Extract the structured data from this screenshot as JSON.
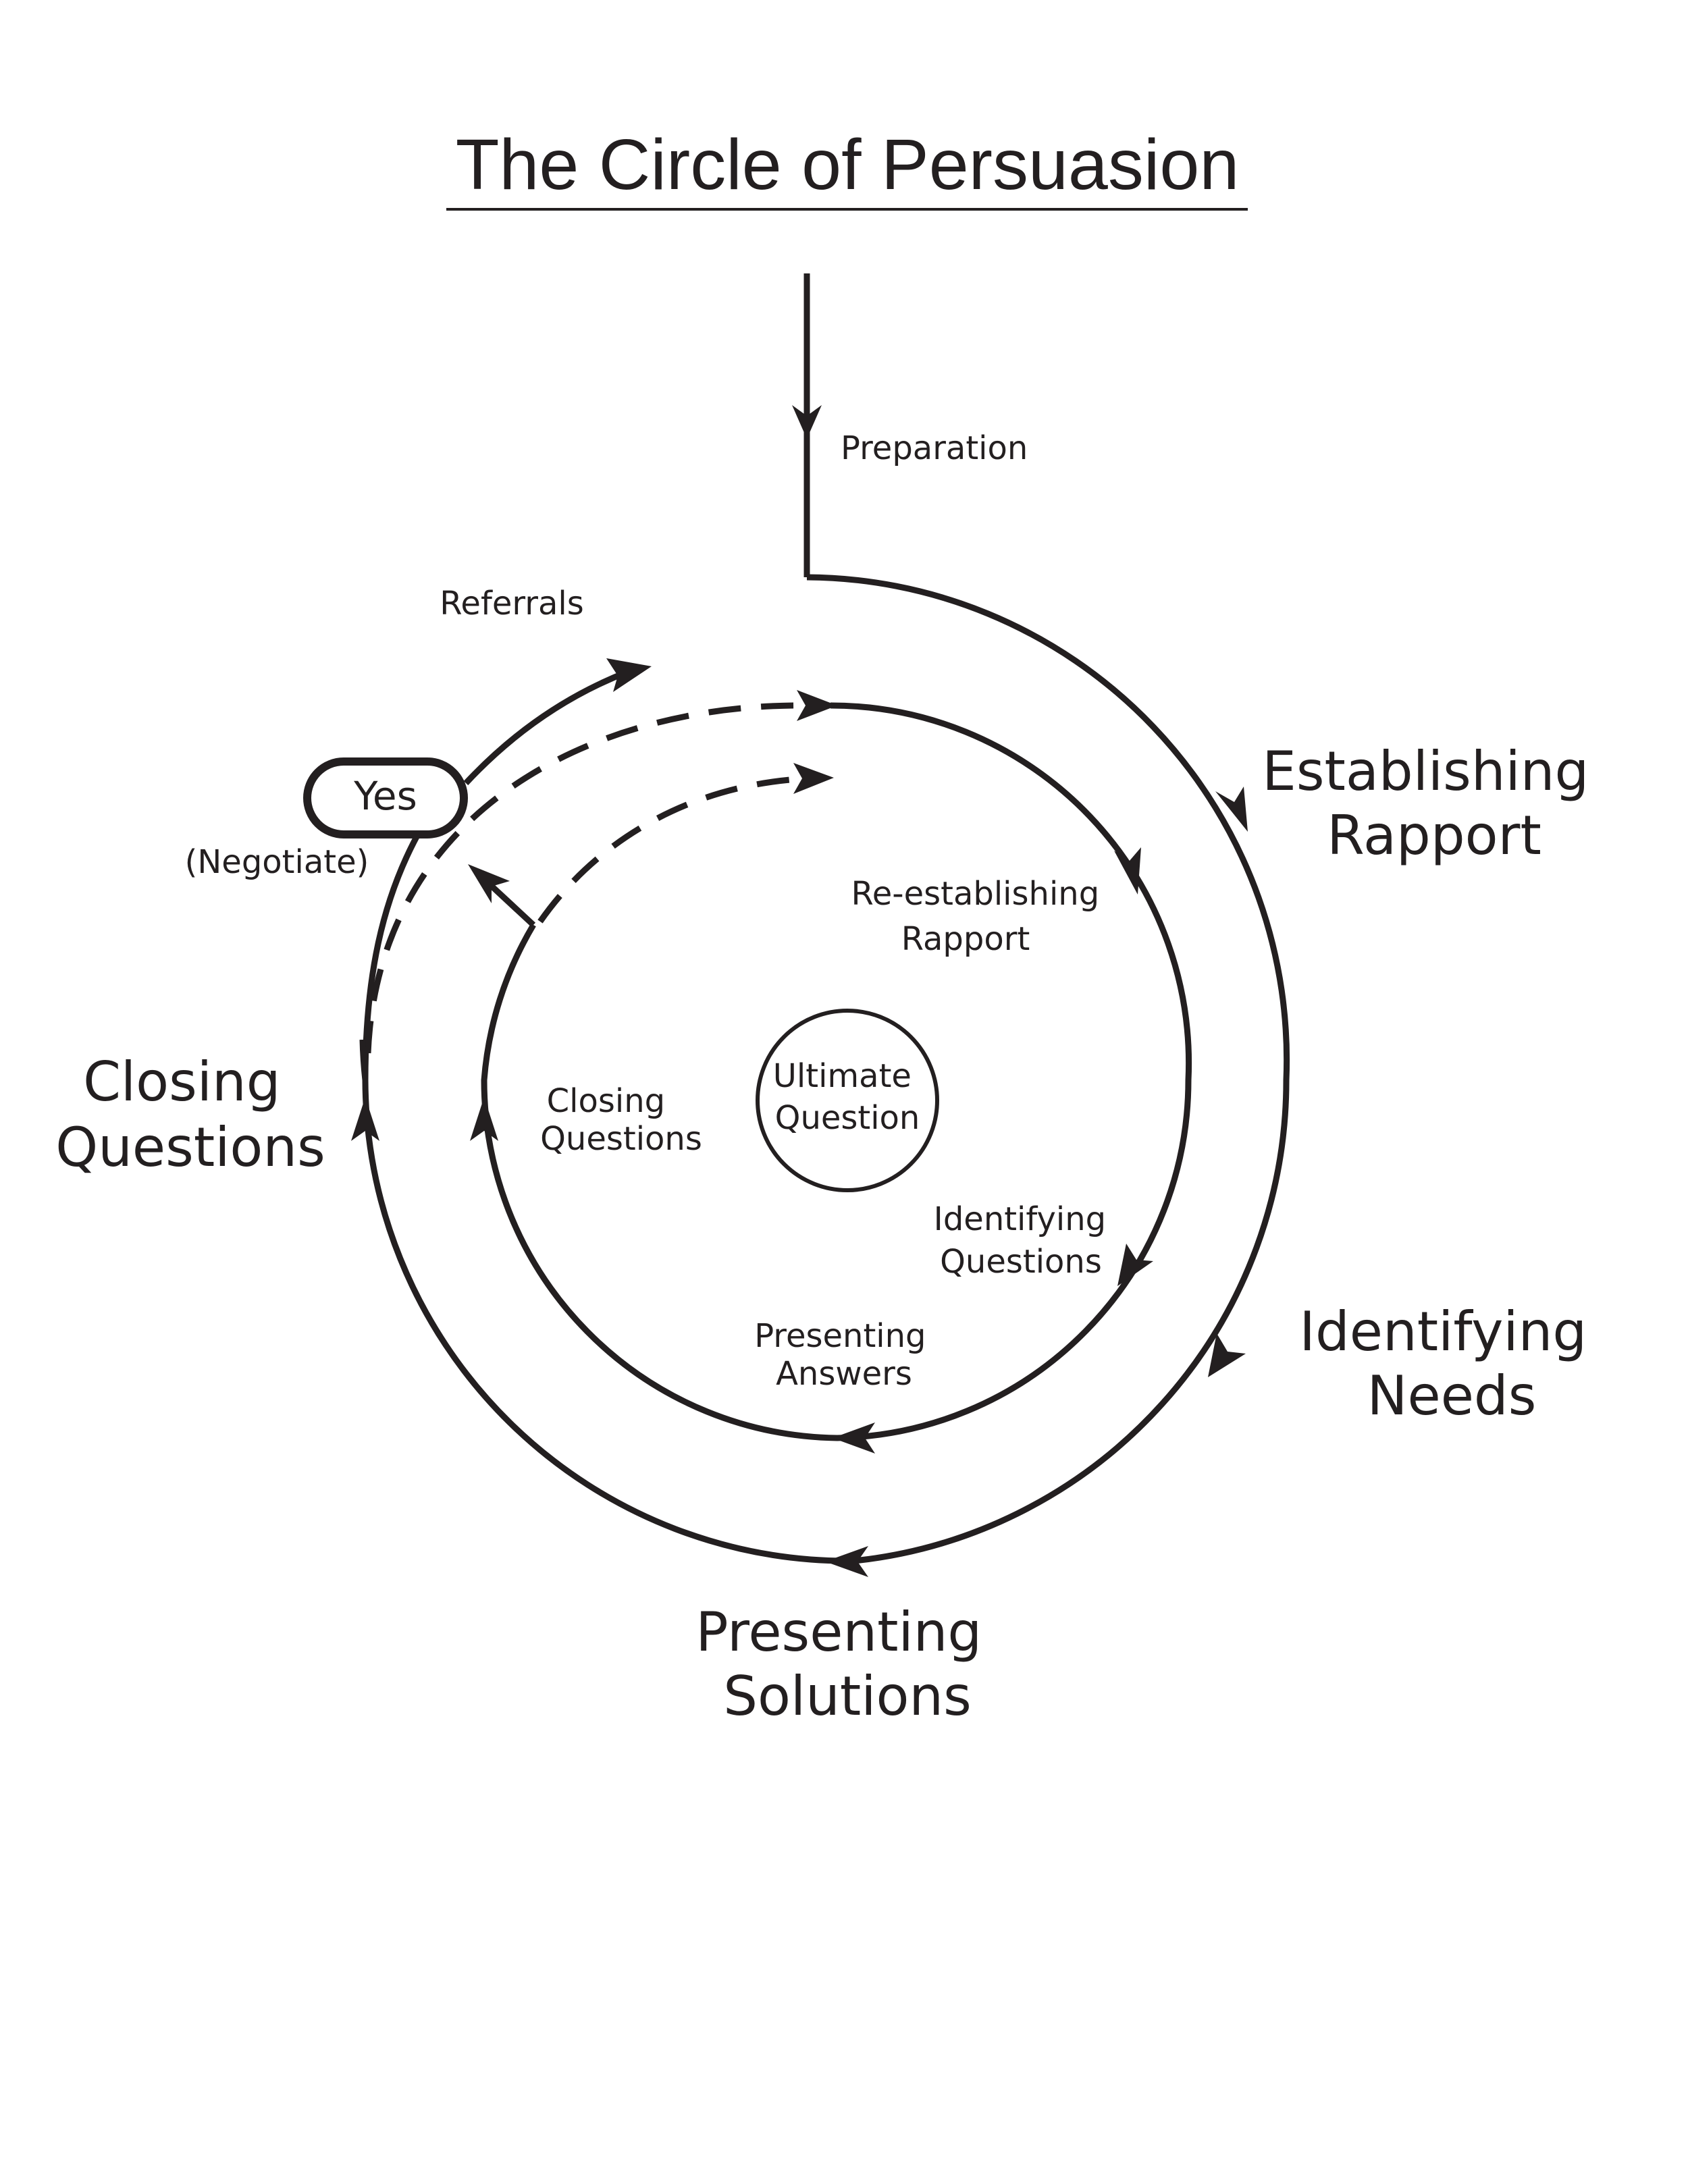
{
  "diagram": {
    "title": "The Circle of Persuasion",
    "entry": {
      "label": "Preparation"
    },
    "outer_cycle": {
      "stages": [
        {
          "label_lines": [
            "Establishing",
            "Rapport"
          ]
        },
        {
          "label_lines": [
            "Identifying",
            "Needs"
          ]
        },
        {
          "label_lines": [
            "Presenting",
            "Solutions"
          ]
        },
        {
          "label_lines": [
            "Closing",
            "Questions"
          ]
        }
      ]
    },
    "inner_cycle": {
      "stages": [
        {
          "label_lines": [
            "Re-establishing",
            "Rapport"
          ]
        },
        {
          "label_lines": [
            "Identifying",
            "Questions"
          ]
        },
        {
          "label_lines": [
            "Presenting",
            "Answers"
          ]
        },
        {
          "label_lines": [
            "Closing",
            "Questions"
          ]
        }
      ]
    },
    "center": {
      "label_lines": [
        "Ultimate",
        "Question"
      ]
    },
    "outcomes": {
      "yes": "Yes",
      "negotiate": "(Negotiate)",
      "referrals": "Referrals"
    },
    "colors": {
      "ink": "#231f20",
      "background": "#ffffff"
    }
  }
}
